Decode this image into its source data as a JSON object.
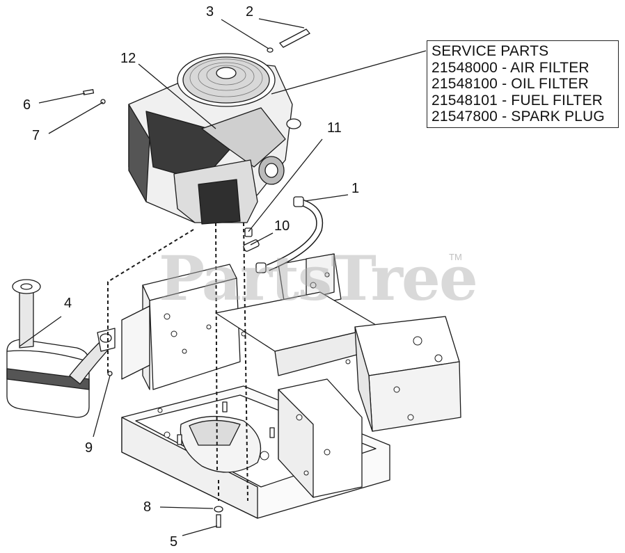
{
  "watermark": {
    "text": "PartsTree",
    "tm": "TM"
  },
  "service_parts": {
    "title": "SERVICE PARTS",
    "items": [
      "21548000 - AIR FILTER",
      "21548100 - OIL FILTER",
      "21548101 - FUEL FILTER",
      "21547800 - SPARK PLUG"
    ]
  },
  "callouts": {
    "c1": "1",
    "c2": "2",
    "c3": "3",
    "c4": "4",
    "c5": "5",
    "c6": "6",
    "c7": "7",
    "c8": "8",
    "c9": "9",
    "c10": "10",
    "c11": "11",
    "c12": "12"
  },
  "colors": {
    "line": "#1a1a1a",
    "fill_light": "#f2f2f2",
    "fill_mid": "#cfcfcf",
    "fill_dark": "#555555"
  }
}
